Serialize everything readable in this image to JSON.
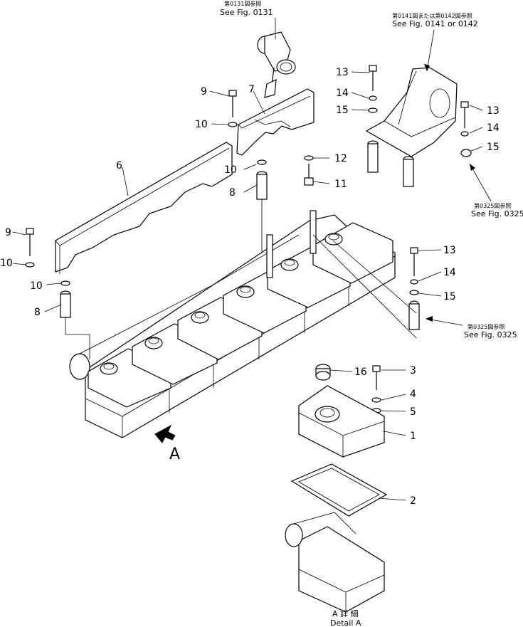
{
  "refs": {
    "fig0131_jp": "第0131図参照",
    "fig0131_en": "See Fig. 0131",
    "fig0141_jp": "第0141図または第0142図参照",
    "fig0141_en": "See Fig. 0141 or 0142",
    "fig0325a_jp": "第0325図参照",
    "fig0325a_en": "See Fig. 0325",
    "fig0325b_jp": "第0325図参照",
    "fig0325b_en": "See Fig. 0325"
  },
  "callouts": {
    "c1": "1",
    "c2": "2",
    "c3": "3",
    "c4": "4",
    "c5": "5",
    "c6": "6",
    "c7": "7",
    "c8a": "8",
    "c8b": "8",
    "c9a": "9",
    "c9b": "9",
    "c10a": "10",
    "c10b": "10",
    "c10c": "10",
    "c10d": "10",
    "c11": "11",
    "c12": "12",
    "c13a": "13",
    "c13b": "13",
    "c13c": "13",
    "c14a": "14",
    "c14b": "14",
    "c14c": "14",
    "c15a": "15",
    "c15b": "15",
    "c15c": "15",
    "c16": "16"
  },
  "view": {
    "arrow_label": "A",
    "detail_jp": "A 詳 細",
    "detail_en": "Detail A"
  }
}
